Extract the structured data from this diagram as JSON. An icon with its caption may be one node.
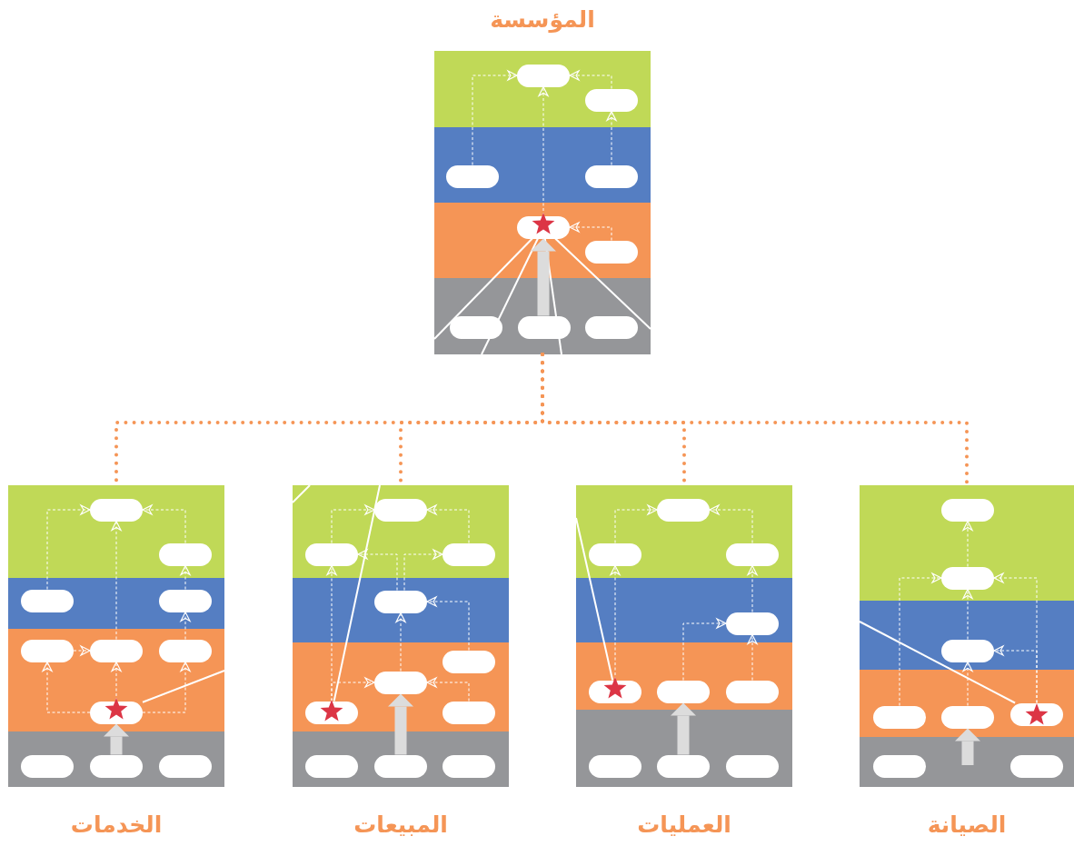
{
  "diagram": {
    "nodes": [
      {
        "text": [
          "المؤسسة"
        ]
      },
      {
        "text": [],
        "shape": "box",
        "in": 0
      },
      {
        "text": [],
        "shape": "box",
        "in": 0
      },
      {
        "text": [],
        "shape": "box",
        "in": 0
      },
      {
        "text": [],
        "shape": "box",
        "in": 0
      },
      {
        "text": [],
        "shape": "box",
        "in": 0
      },
      {
        "text": [],
        "shape": "box",
        "in": 0
      },
      {
        "text": [],
        "shape": "box",
        "in": 0
      },
      {
        "text": [],
        "shape": "box",
        "in": 0
      },
      {
        "text": [],
        "shape": "box",
        "in": 0
      },
      {
        "text": [
          "الخدمات"
        ]
      },
      {
        "text": [],
        "shape": "box",
        "in": 10
      },
      {
        "text": [],
        "shape": "box",
        "in": 10
      },
      {
        "text": [],
        "shape": "box",
        "in": 10
      },
      {
        "text": [],
        "shape": "box",
        "in": 10
      },
      {
        "text": [],
        "shape": "box",
        "in": 10
      },
      {
        "text": [],
        "shape": "box",
        "in": 10
      },
      {
        "text": [],
        "shape": "box",
        "in": 10
      },
      {
        "text": [],
        "shape": "box",
        "in": 10
      },
      {
        "text": [],
        "shape": "box",
        "in": 10
      },
      {
        "text": [],
        "shape": "box",
        "in": 10
      },
      {
        "text": [],
        "shape": "box",
        "in": 10
      },
      {
        "text": [
          "المبيعات"
        ]
      },
      {
        "text": [],
        "shape": "box",
        "in": 22
      },
      {
        "text": [],
        "shape": "box",
        "in": 22
      },
      {
        "text": [],
        "shape": "box",
        "in": 22
      },
      {
        "text": [],
        "shape": "box",
        "in": 22
      },
      {
        "text": [],
        "shape": "box",
        "in": 22
      },
      {
        "text": [],
        "shape": "box",
        "in": 22
      },
      {
        "text": [],
        "shape": "box",
        "in": 22
      },
      {
        "text": [],
        "shape": "box",
        "in": 22
      },
      {
        "text": [],
        "shape": "box",
        "in": 22
      },
      {
        "text": [],
        "shape": "box",
        "in": 22
      },
      {
        "text": [],
        "shape": "box",
        "in": 22
      },
      {
        "text": [
          "العمليات"
        ]
      },
      {
        "text": [],
        "shape": "box",
        "in": 34
      },
      {
        "text": [],
        "shape": "box",
        "in": 34
      },
      {
        "text": [],
        "shape": "box",
        "in": 34
      },
      {
        "text": [],
        "shape": "box",
        "in": 34
      },
      {
        "text": [],
        "shape": "box",
        "in": 34
      },
      {
        "text": [],
        "shape": "box",
        "in": 34
      },
      {
        "text": [],
        "shape": "box",
        "in": 34
      },
      {
        "text": [],
        "shape": "box",
        "in": 34
      },
      {
        "text": [],
        "shape": "box",
        "in": 34
      },
      {
        "text": [],
        "shape": "box",
        "in": 34
      },
      {
        "text": [
          "الصيانة"
        ]
      },
      {
        "text": [],
        "shape": "box",
        "in": 45
      },
      {
        "text": [],
        "shape": "box",
        "in": 45
      },
      {
        "text": [],
        "shape": "box",
        "in": 45
      },
      {
        "text": [],
        "shape": "box",
        "in": 45
      },
      {
        "text": [],
        "shape": "box",
        "in": 45
      },
      {
        "text": [],
        "shape": "box",
        "in": 45
      },
      {
        "text": [],
        "shape": "box",
        "in": 45
      },
      {
        "text": [],
        "shape": "box",
        "in": 45
      }
    ],
    "edges": [
      {
        "from": 3,
        "to": 1,
        "arrow": "to",
        "style": "dashed"
      },
      {
        "from": 2,
        "to": 1,
        "arrow": "to",
        "style": "dashed"
      },
      {
        "from": 4,
        "to": 2,
        "arrow": "to",
        "style": "dashed"
      },
      {
        "from": 5,
        "to": 1,
        "arrow": "to",
        "style": "dashed"
      },
      {
        "from": 6,
        "to": 5,
        "arrow": "to",
        "style": "dashed"
      },
      {
        "from": 13,
        "to": 11,
        "arrow": "to",
        "style": "dashed"
      },
      {
        "from": 12,
        "to": 11,
        "arrow": "to",
        "style": "dashed"
      },
      {
        "from": 14,
        "to": 12,
        "arrow": "to",
        "style": "dashed"
      },
      {
        "from": 17,
        "to": 14,
        "arrow": "to",
        "style": "dashed"
      },
      {
        "from": 16,
        "to": 11,
        "arrow": "to",
        "style": "dashed"
      },
      {
        "from": 15,
        "to": 16,
        "arrow": "to",
        "style": "dashed"
      },
      {
        "from": 18,
        "to": 15,
        "arrow": "to",
        "style": "dashed"
      },
      {
        "from": 18,
        "to": 16,
        "arrow": "to",
        "style": "dashed"
      },
      {
        "from": 18,
        "to": 17,
        "arrow": "to",
        "style": "dashed"
      },
      {
        "from": 24,
        "to": 23,
        "arrow": "to",
        "style": "dashed"
      },
      {
        "from": 25,
        "to": 23,
        "arrow": "to",
        "style": "dashed"
      },
      {
        "from": 26,
        "to": 24,
        "arrow": "to",
        "style": "dashed"
      },
      {
        "from": 26,
        "to": 25,
        "arrow": "to",
        "style": "dashed"
      },
      {
        "from": 27,
        "to": 26,
        "arrow": "to",
        "style": "dashed"
      },
      {
        "from": 28,
        "to": 26,
        "arrow": "to",
        "style": "dashed"
      },
      {
        "from": 30,
        "to": 28,
        "arrow": "to",
        "style": "dashed"
      },
      {
        "from": 29,
        "to": 28,
        "arrow": "to",
        "style": "dashed"
      },
      {
        "from": 29,
        "to": 24,
        "arrow": "to",
        "style": "dashed"
      },
      {
        "from": 36,
        "to": 35,
        "arrow": "to",
        "style": "dashed"
      },
      {
        "from": 37,
        "to": 35,
        "arrow": "to",
        "style": "dashed"
      },
      {
        "from": 39,
        "to": 36,
        "arrow": "to",
        "style": "dashed"
      },
      {
        "from": 38,
        "to": 37,
        "arrow": "to",
        "style": "dashed"
      },
      {
        "from": 40,
        "to": 38,
        "arrow": "to",
        "style": "dashed"
      },
      {
        "from": 41,
        "to": 38,
        "arrow": "to",
        "style": "dashed"
      },
      {
        "from": 47,
        "to": 46,
        "arrow": "to",
        "style": "dashed"
      },
      {
        "from": 48,
        "to": 47,
        "arrow": "to",
        "style": "dashed"
      },
      {
        "from": 49,
        "to": 47,
        "arrow": "to",
        "style": "dashed"
      },
      {
        "from": 51,
        "to": 47,
        "arrow": "to",
        "style": "dashed"
      },
      {
        "from": 51,
        "to": 48,
        "arrow": "to",
        "style": "dashed"
      },
      {
        "from": 50,
        "to": 48,
        "arrow": "to",
        "style": "dashed"
      },
      {
        "from": 0,
        "to": 10,
        "arrow": "none",
        "style": "dashed",
        "color": "#f59556"
      },
      {
        "from": 0,
        "to": 22,
        "arrow": "none",
        "style": "dashed",
        "color": "#f59556"
      },
      {
        "from": 0,
        "to": 34,
        "arrow": "none",
        "style": "dashed",
        "color": "#f59556"
      },
      {
        "from": 0,
        "to": 45,
        "arrow": "none",
        "style": "dashed",
        "color": "#f59556"
      },
      {
        "from": 5,
        "to": null,
        "arrow": "none"
      },
      {
        "from": 5,
        "to": null,
        "arrow": "none"
      },
      {
        "from": 5,
        "to": null,
        "arrow": "none"
      },
      {
        "from": 5,
        "to": null,
        "arrow": "none"
      },
      {
        "from": 18,
        "to": 10,
        "arrow": "none"
      },
      {
        "from": 29,
        "to": 22,
        "arrow": "none"
      },
      {
        "from": 39,
        "to": 34,
        "arrow": "none"
      },
      {
        "from": 51,
        "to": 45,
        "arrow": "none"
      },
      {
        "from": 8,
        "to": 5,
        "arrow": "to",
        "style": "thick",
        "color": "#dcdcdc"
      },
      {
        "from": 20,
        "to": 18,
        "arrow": "to",
        "style": "thick",
        "color": "#dcdcdc"
      },
      {
        "from": 32,
        "to": 28,
        "arrow": "to",
        "style": "thick",
        "color": "#dcdcdc"
      },
      {
        "from": 43,
        "to": 40,
        "arrow": "to",
        "style": "thick",
        "color": "#dcdcdc"
      },
      {
        "from": null,
        "to": 50,
        "arrow": "to",
        "style": "thick",
        "color": "#dcdcdc"
      }
    ]
  }
}
